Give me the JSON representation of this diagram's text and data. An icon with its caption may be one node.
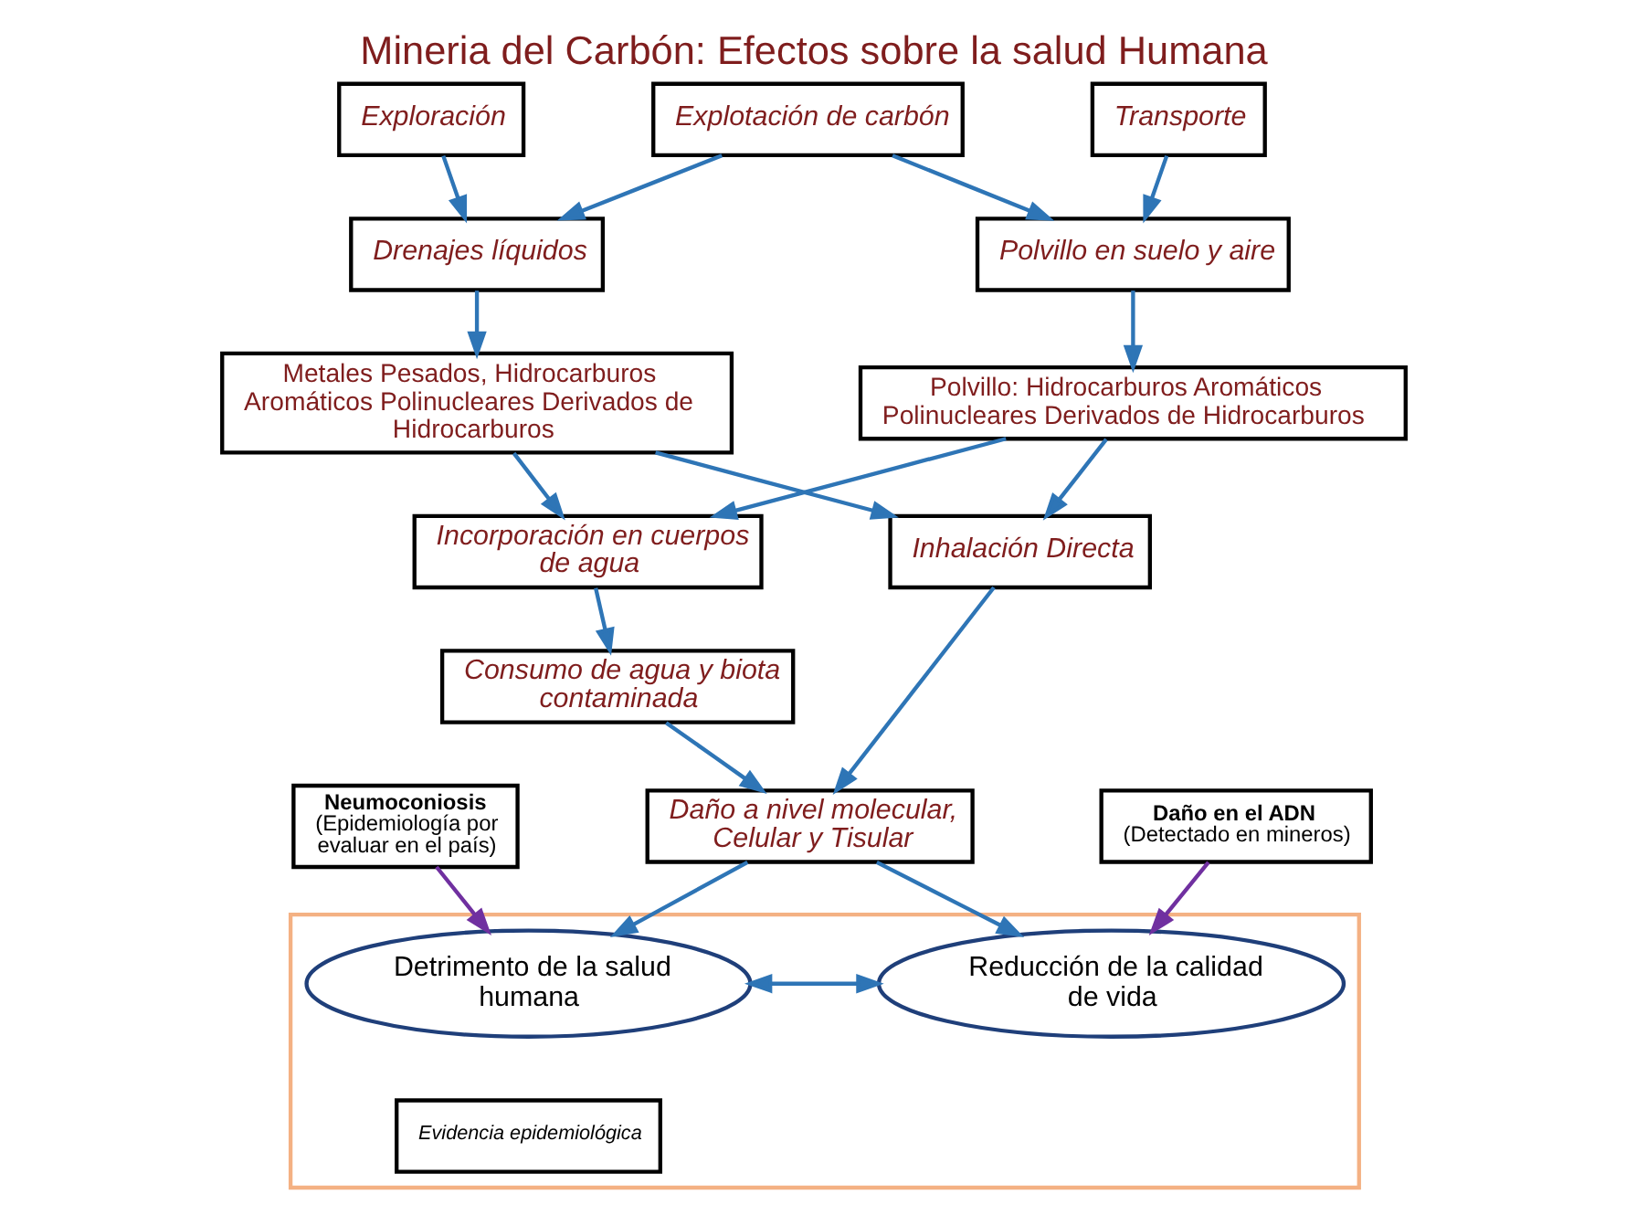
{
  "diagram": {
    "title": "Mineria del Carbón: Efectos sobre la salud Humana",
    "nodes": [
      {
        "text": [
          "Exploración"
        ]
      },
      {
        "text": [
          "Explotación de carbón"
        ]
      },
      {
        "text": [
          "Transporte"
        ]
      },
      {
        "text": [
          "Drenajes líquidos"
        ]
      },
      {
        "text": [
          "Polvillo en suelo y aire"
        ]
      },
      {
        "text": [
          "Metales Pesados, Hidrocarburos Aromáticos Polinucleares Derivados de Hidrocarburos"
        ]
      },
      {
        "text": [
          "Polvillo: Hidrocarburos Aromáticos Polinucleares Derivados de Hidrocarburos"
        ]
      },
      {
        "text": [
          "Incorporación en cuerpos de agua"
        ]
      },
      {
        "text": [
          "Inhalación Directa"
        ]
      },
      {
        "text": [
          "Consumo de agua y biota contaminada"
        ]
      },
      {
        "text": [
          "Daño a nivel molecular, Celular y Tisular"
        ]
      },
      {
        "text": [
          "Neumoconiosis",
          "(Epidemiología por evaluar en el país)"
        ]
      },
      {
        "text": [
          "Daño en el ADN",
          "(Detectado en mineros)"
        ]
      },
      {
        "text": [],
        "shape": "pentagon"
      },
      {
        "text": [
          "Detrimento de la salud humana"
        ],
        "in": 13
      },
      {
        "text": [
          "Reducción de la calidad de vida"
        ],
        "in": 13
      },
      {
        "text": [
          "Evidencia epidemiológica"
        ],
        "in": 13
      }
    ],
    "edges": [
      {
        "from": 0,
        "to": 3,
        "arrow": "to"
      },
      {
        "from": 1,
        "to": 3,
        "arrow": "to"
      },
      {
        "from": 1,
        "to": 4,
        "arrow": "to"
      },
      {
        "from": 2,
        "to": 4,
        "arrow": "to"
      },
      {
        "from": 3,
        "to": 5,
        "arrow": "to"
      },
      {
        "from": 4,
        "to": 6,
        "arrow": "to"
      },
      {
        "from": 5,
        "to": 7,
        "arrow": "to"
      },
      {
        "from": 5,
        "to": 8,
        "arrow": "to"
      },
      {
        "from": 6,
        "to": 7,
        "arrow": "to"
      },
      {
        "from": 6,
        "to": 8,
        "arrow": "to"
      },
      {
        "from": 7,
        "to": 9,
        "arrow": "to"
      },
      {
        "from": 9,
        "to": 10,
        "arrow": "to"
      },
      {
        "from": 8,
        "to": 10,
        "arrow": "to"
      },
      {
        "from": 10,
        "to": 14,
        "arrow": "to"
      },
      {
        "from": 10,
        "to": 15,
        "arrow": "to"
      },
      {
        "from": 11,
        "to": 14,
        "arrow": "to",
        "color": "#7030a0"
      },
      {
        "from": 12,
        "to": 15,
        "arrow": "to",
        "color": "#7030a0"
      },
      {
        "from": 14,
        "to": 15,
        "arrow": "both"
      }
    ]
  }
}
